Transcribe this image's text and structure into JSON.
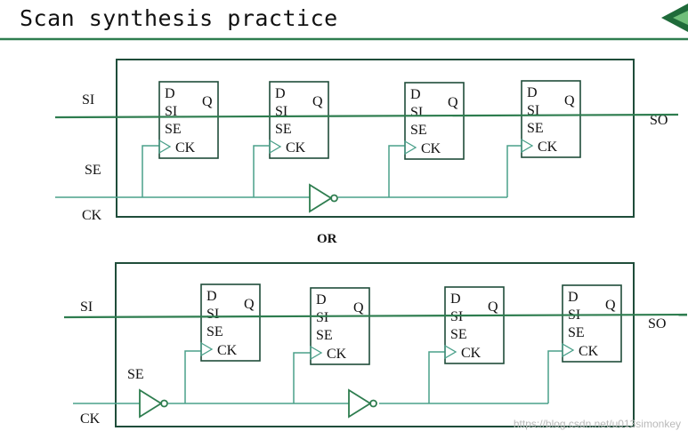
{
  "title": "Scan synthesis practice",
  "separator": "OR",
  "watermark": "https://blog.csdn.net/u013simonkey",
  "colors": {
    "accent": "#2e7d4f",
    "wire": "#4aa08a",
    "box": "#1f4d3a",
    "text": "#111111",
    "logo_dark": "#1f6b3a",
    "logo_light": "#6fbf7a"
  },
  "labels": {
    "si": "SI",
    "se": "SE",
    "ck": "CK",
    "so": "SO"
  },
  "flipflop_pins": {
    "d": "D",
    "q": "Q",
    "si": "SI",
    "se": "SE",
    "ck": "CK"
  },
  "diagrams": [
    {
      "id": "top",
      "flipflop_count": 4,
      "inverter_count": 1
    },
    {
      "id": "bottom",
      "flipflop_count": 4,
      "inverter_count": 2
    }
  ],
  "icons": {
    "logo": "chevron-logo-icon",
    "clock": "clock-triangle-icon",
    "inverter": "inverter-icon"
  }
}
